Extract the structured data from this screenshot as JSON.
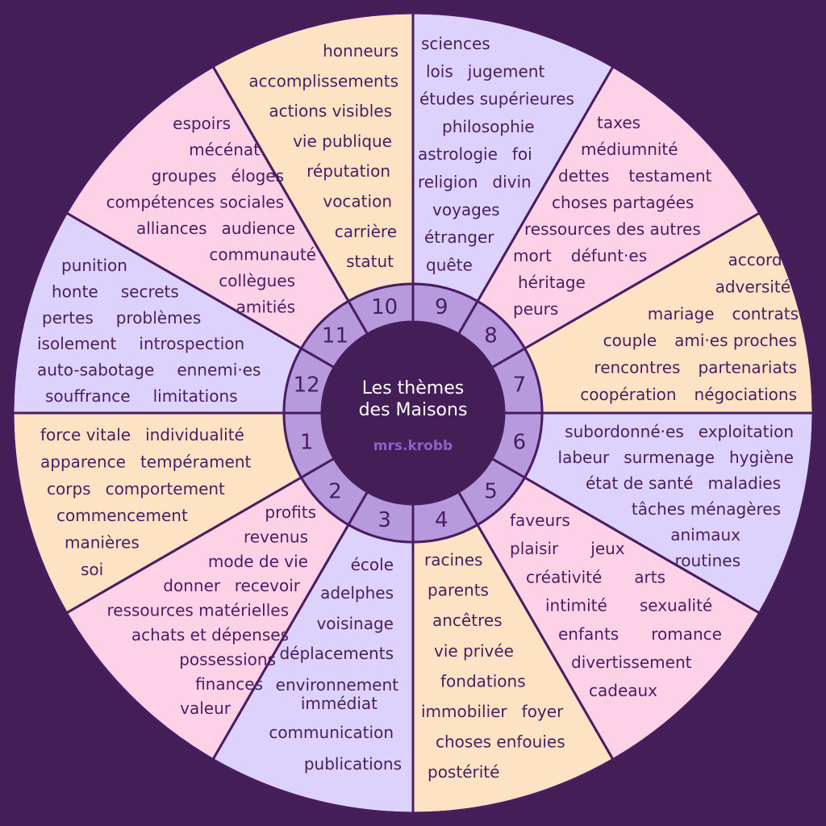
{
  "colors": {
    "background": "#431e57",
    "outline": "#4a1d62",
    "peach": "#fde3c3",
    "pink": "#fdd2e7",
    "lavender": "#dcd2fb",
    "ring": "#b799de",
    "center": "#431e57",
    "credit": "#8a62c8"
  },
  "center": {
    "title_line1": "Les thèmes",
    "title_line2": "des Maisons",
    "credit": "mrs.krobb"
  },
  "houses": [
    {
      "number": "1",
      "color": "peach",
      "lines": [
        [
          "force vitale",
          "individualité"
        ],
        [
          "apparence",
          "tempérament"
        ],
        [
          "corps",
          "comportement"
        ],
        [
          "commencement"
        ],
        [
          "manières"
        ],
        [
          "soi"
        ]
      ]
    },
    {
      "number": "2",
      "color": "pink",
      "lines": [
        [
          "profits"
        ],
        [
          "revenus"
        ],
        [
          "mode de vie"
        ],
        [
          "donner",
          "recevoir"
        ],
        [
          "ressources matérielles"
        ],
        [
          "achats et dépenses"
        ],
        [
          "possessions"
        ],
        [
          "finances"
        ],
        [
          "valeur"
        ]
      ]
    },
    {
      "number": "3",
      "color": "lavender",
      "lines": [
        [
          "école"
        ],
        [
          "adelphes"
        ],
        [
          "voisinage"
        ],
        [
          "déplacements"
        ],
        [
          "environnement"
        ],
        [
          "immédiat"
        ],
        [
          "communication"
        ],
        [
          "publications"
        ]
      ]
    },
    {
      "number": "4",
      "color": "peach",
      "lines": [
        [
          "racines"
        ],
        [
          "parents"
        ],
        [
          "ancêtres"
        ],
        [
          "vie privée"
        ],
        [
          "fondations"
        ],
        [
          "immobilier",
          "foyer"
        ],
        [
          "choses enfouies"
        ],
        [
          "postérité"
        ]
      ]
    },
    {
      "number": "5",
      "color": "pink",
      "lines": [
        [
          "faveurs"
        ],
        [
          "plaisir",
          "jeux"
        ],
        [
          "créativité",
          "arts"
        ],
        [
          "intimité",
          "sexualité"
        ],
        [
          "enfants",
          "romance"
        ],
        [
          "divertissement"
        ],
        [
          "cadeaux"
        ]
      ]
    },
    {
      "number": "6",
      "color": "lavender",
      "lines": [
        [
          "subordonné·es",
          "exploitation"
        ],
        [
          "labeur",
          "surmenage",
          "hygiène"
        ],
        [
          "état de santé",
          "maladies"
        ],
        [
          "tâches ménagères"
        ],
        [
          "animaux"
        ],
        [
          "routines"
        ]
      ]
    },
    {
      "number": "7",
      "color": "peach",
      "lines": [
        [
          "accords"
        ],
        [
          "adversité"
        ],
        [
          "mariage",
          "contrats"
        ],
        [
          "couple",
          "ami·es proches"
        ],
        [
          "rencontres",
          "partenariats"
        ],
        [
          "coopération",
          "négociations"
        ]
      ]
    },
    {
      "number": "8",
      "color": "pink",
      "lines": [
        [
          "taxes"
        ],
        [
          "médiumnité"
        ],
        [
          "dettes",
          "testament"
        ],
        [
          "choses partagées"
        ],
        [
          "ressources des autres"
        ],
        [
          "mort",
          "défunt·es"
        ],
        [
          "héritage"
        ],
        [
          "peurs"
        ]
      ]
    },
    {
      "number": "9",
      "color": "lavender",
      "lines": [
        [
          "sciences"
        ],
        [
          "lois",
          "jugement"
        ],
        [
          "études supérieures"
        ],
        [
          "philosophie"
        ],
        [
          "astrologie",
          "foi"
        ],
        [
          "religion",
          "divin"
        ],
        [
          "voyages"
        ],
        [
          "étranger"
        ],
        [
          "quête"
        ]
      ]
    },
    {
      "number": "10",
      "color": "peach",
      "lines": [
        [
          "honneurs"
        ],
        [
          "accomplissements"
        ],
        [
          "actions visibles"
        ],
        [
          "vie publique"
        ],
        [
          "réputation"
        ],
        [
          "vocation"
        ],
        [
          "carrière"
        ],
        [
          "statut"
        ]
      ]
    },
    {
      "number": "11",
      "color": "pink",
      "lines": [
        [
          "espoirs"
        ],
        [
          "mécénat"
        ],
        [
          "groupes",
          "éloges"
        ],
        [
          "compétences sociales"
        ],
        [
          "alliances",
          "audience"
        ],
        [
          "communauté"
        ],
        [
          "collègues"
        ],
        [
          "amitiés"
        ]
      ]
    },
    {
      "number": "12",
      "color": "lavender",
      "lines": [
        [
          "punition"
        ],
        [
          "honte",
          "secrets"
        ],
        [
          "pertes",
          "problèmes"
        ],
        [
          "isolement",
          "introspection"
        ],
        [
          "auto-sabotage",
          "ennemi·es"
        ],
        [
          "souffrance",
          "limitations"
        ]
      ]
    }
  ]
}
